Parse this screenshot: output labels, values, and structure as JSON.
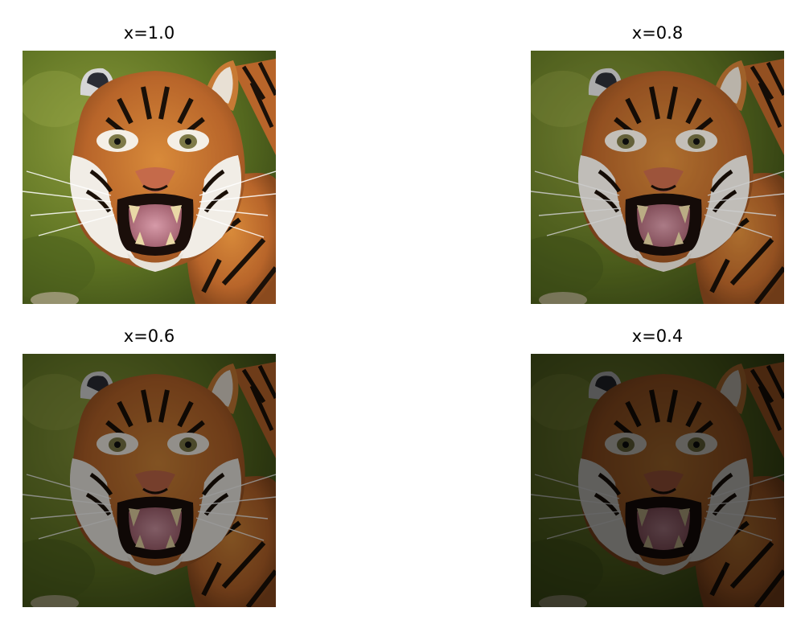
{
  "figure": {
    "panels": [
      {
        "title": "x=1.0",
        "brightness": 1.0
      },
      {
        "title": "x=0.8",
        "brightness": 0.8
      },
      {
        "title": "x=0.6",
        "brightness": 0.6
      },
      {
        "title": "x=0.4",
        "brightness": 0.4
      }
    ]
  }
}
